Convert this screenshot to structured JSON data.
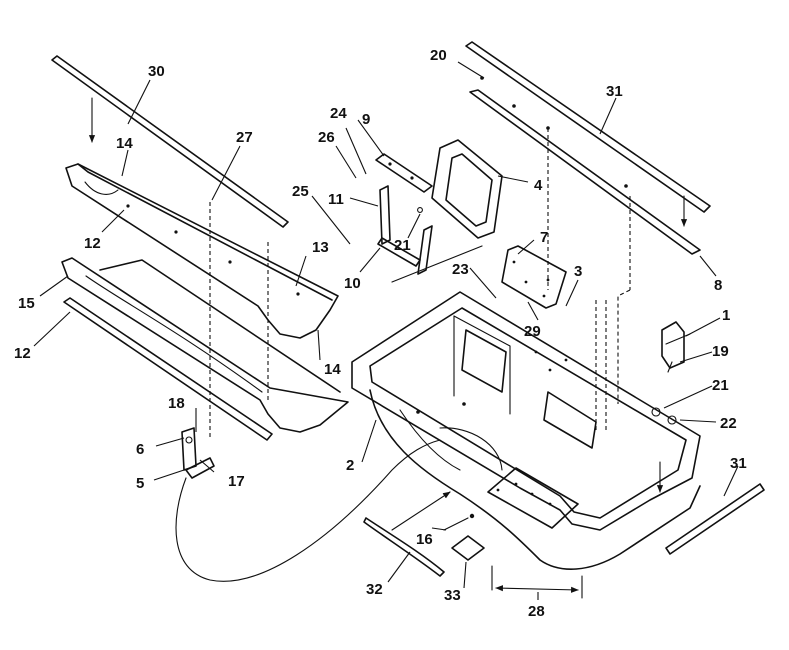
{
  "callouts": {
    "c1": "1",
    "c2": "2",
    "c3": "3",
    "c4": "4",
    "c5": "5",
    "c6": "6",
    "c7": "7",
    "c8": "8",
    "c9": "9",
    "c10": "10",
    "c11": "11",
    "c12a": "12",
    "c12b": "12",
    "c13": "13",
    "c14a": "14",
    "c14b": "14",
    "c15": "15",
    "c16": "16",
    "c17": "17",
    "c18": "18",
    "c19": "19",
    "c20": "20",
    "c21a": "21",
    "c21b": "21",
    "c22": "22",
    "c23": "23",
    "c24": "24",
    "c25": "25",
    "c26": "26",
    "c27": "27",
    "c28": "28",
    "c29": "29",
    "c30": "30",
    "c31a": "31",
    "c31b": "31",
    "c32": "32",
    "c33": "33"
  }
}
